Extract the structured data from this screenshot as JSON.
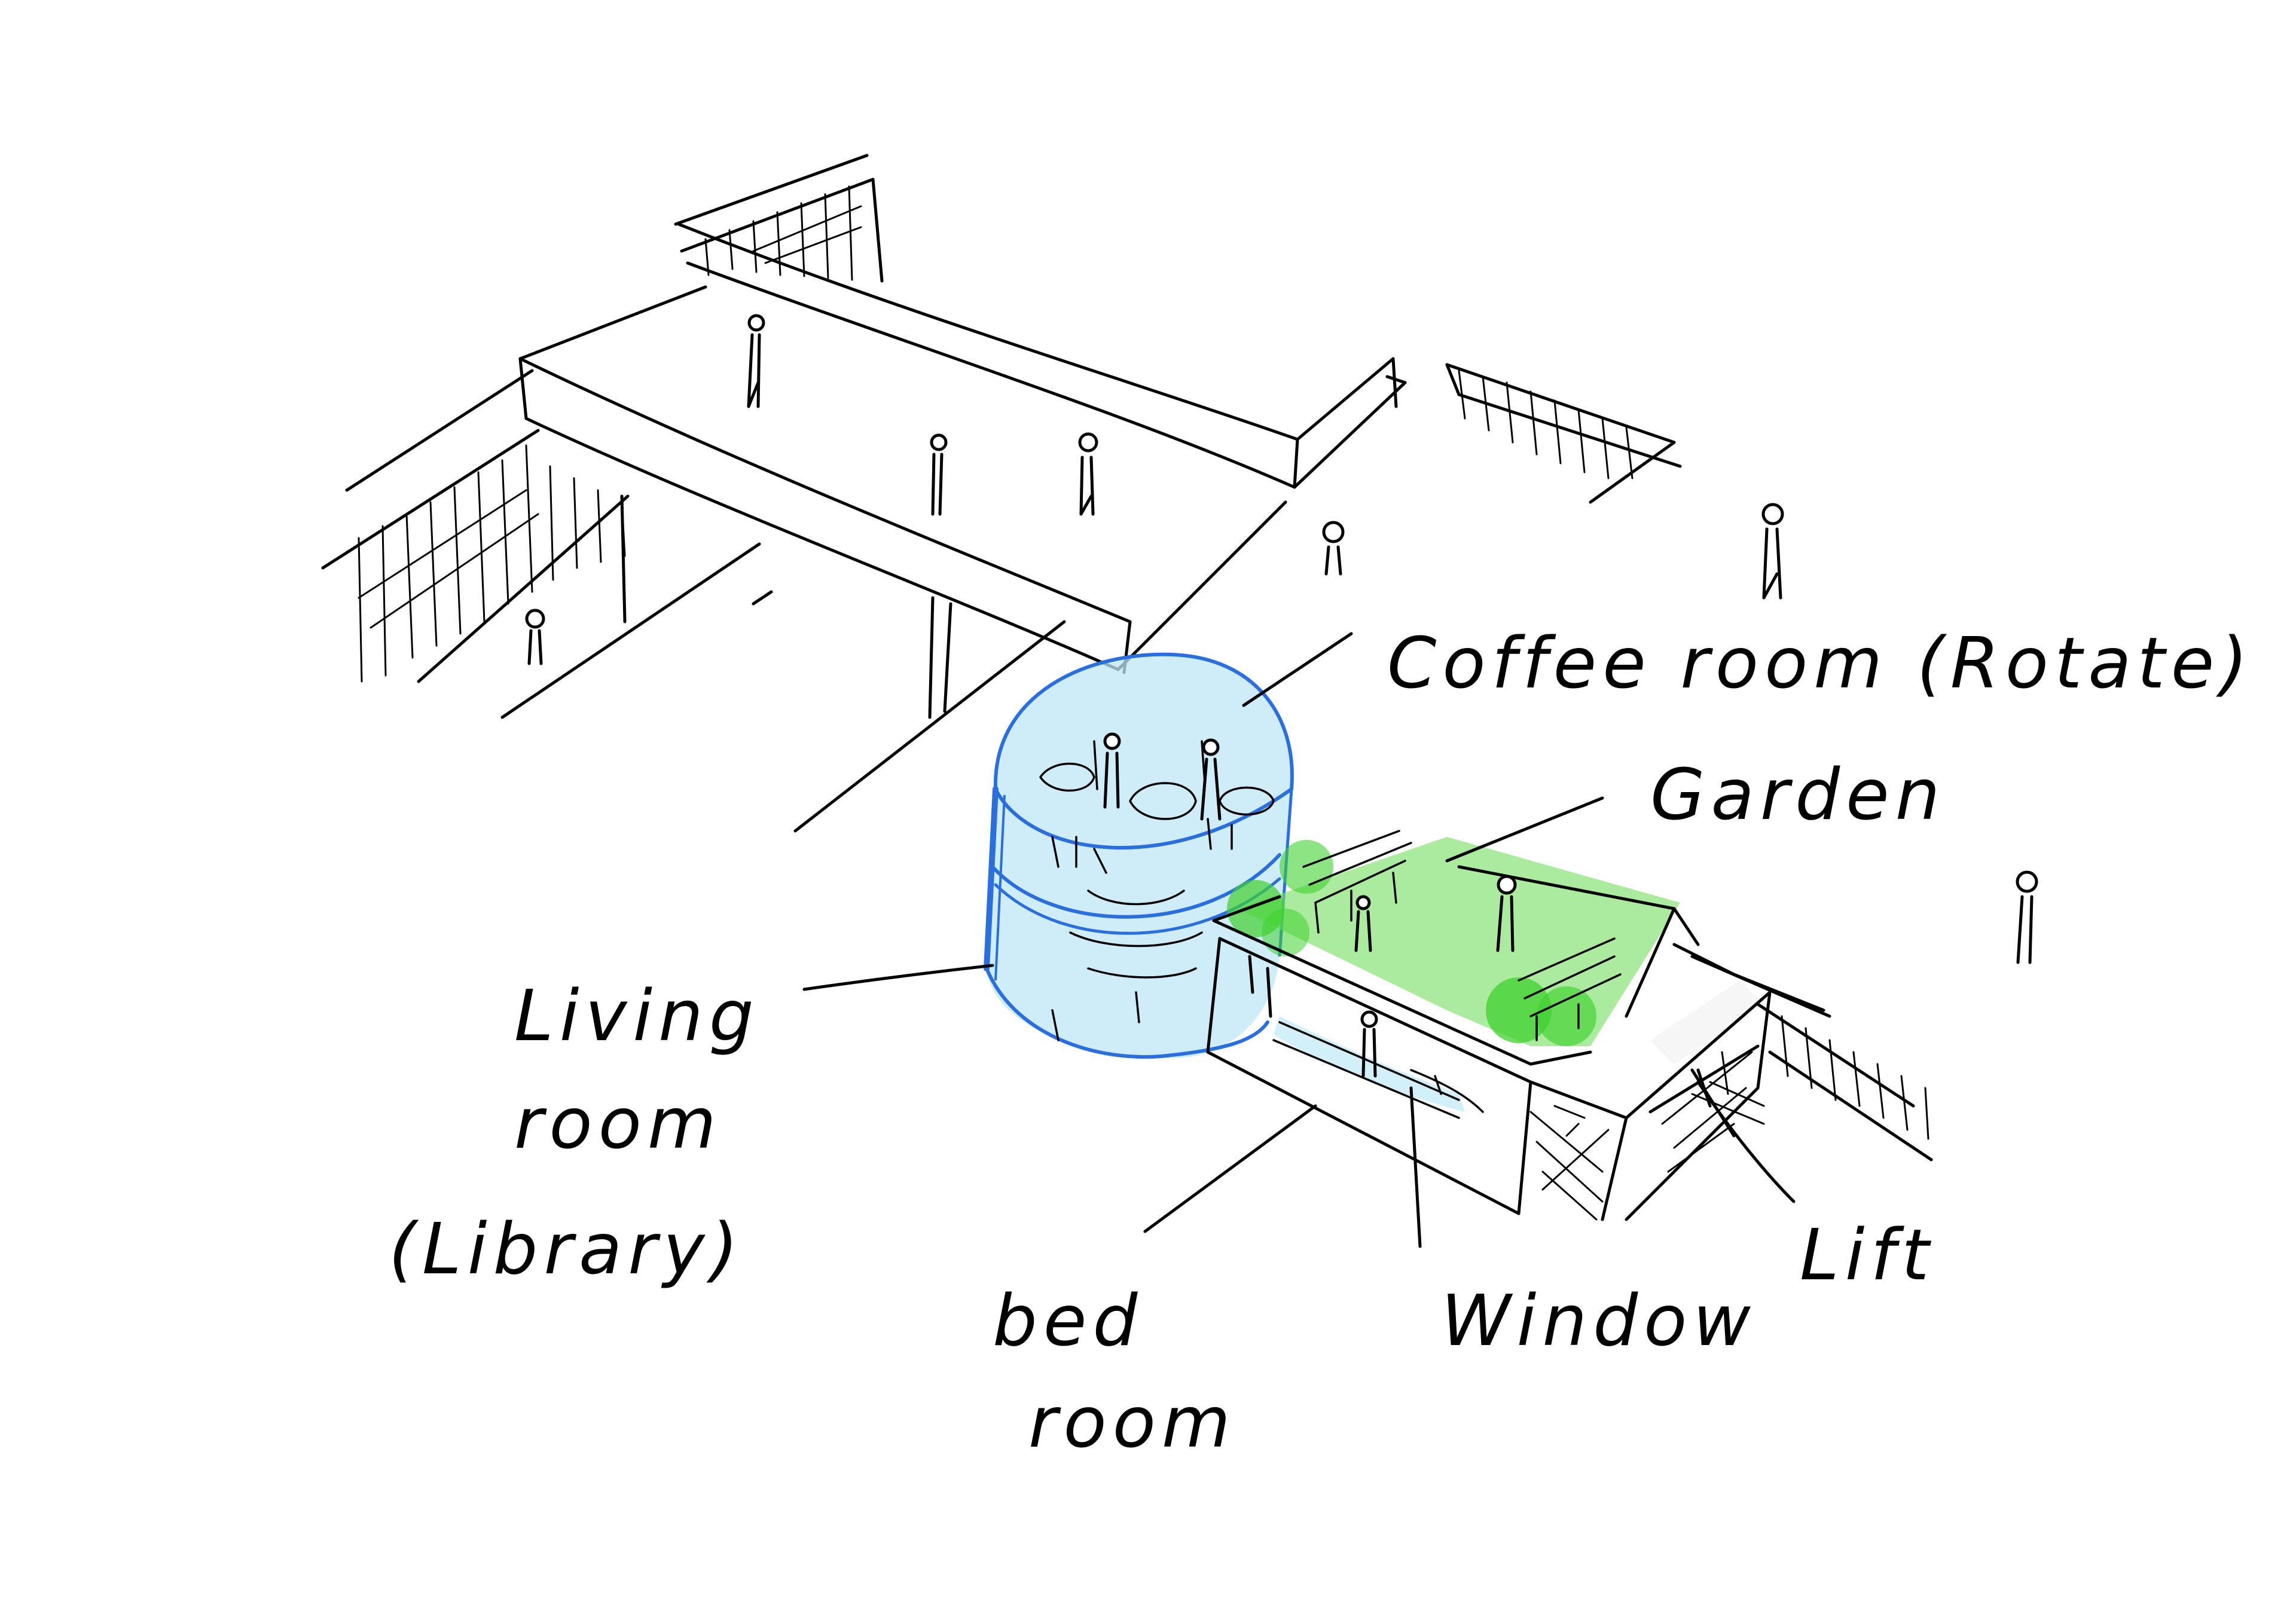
{
  "labels": {
    "coffee_room": "Coffee room (Rotate)",
    "garden": "Garden",
    "living_room_line1": "Living",
    "living_room_line2": "room",
    "living_room_line3": "(Library)",
    "bed_room_line1": "bed",
    "bed_room_line2": "room",
    "window": "Window",
    "lift": "Lift"
  },
  "colors": {
    "ink": "#000000",
    "cylinder_outline": "#2a6fe0",
    "cylinder_fill": "#bfe6f7",
    "garden_fill": "#7ee06a",
    "garden_glow": "#3fd12e",
    "window_glow": "#cdeefa",
    "background": "#ffffff"
  }
}
